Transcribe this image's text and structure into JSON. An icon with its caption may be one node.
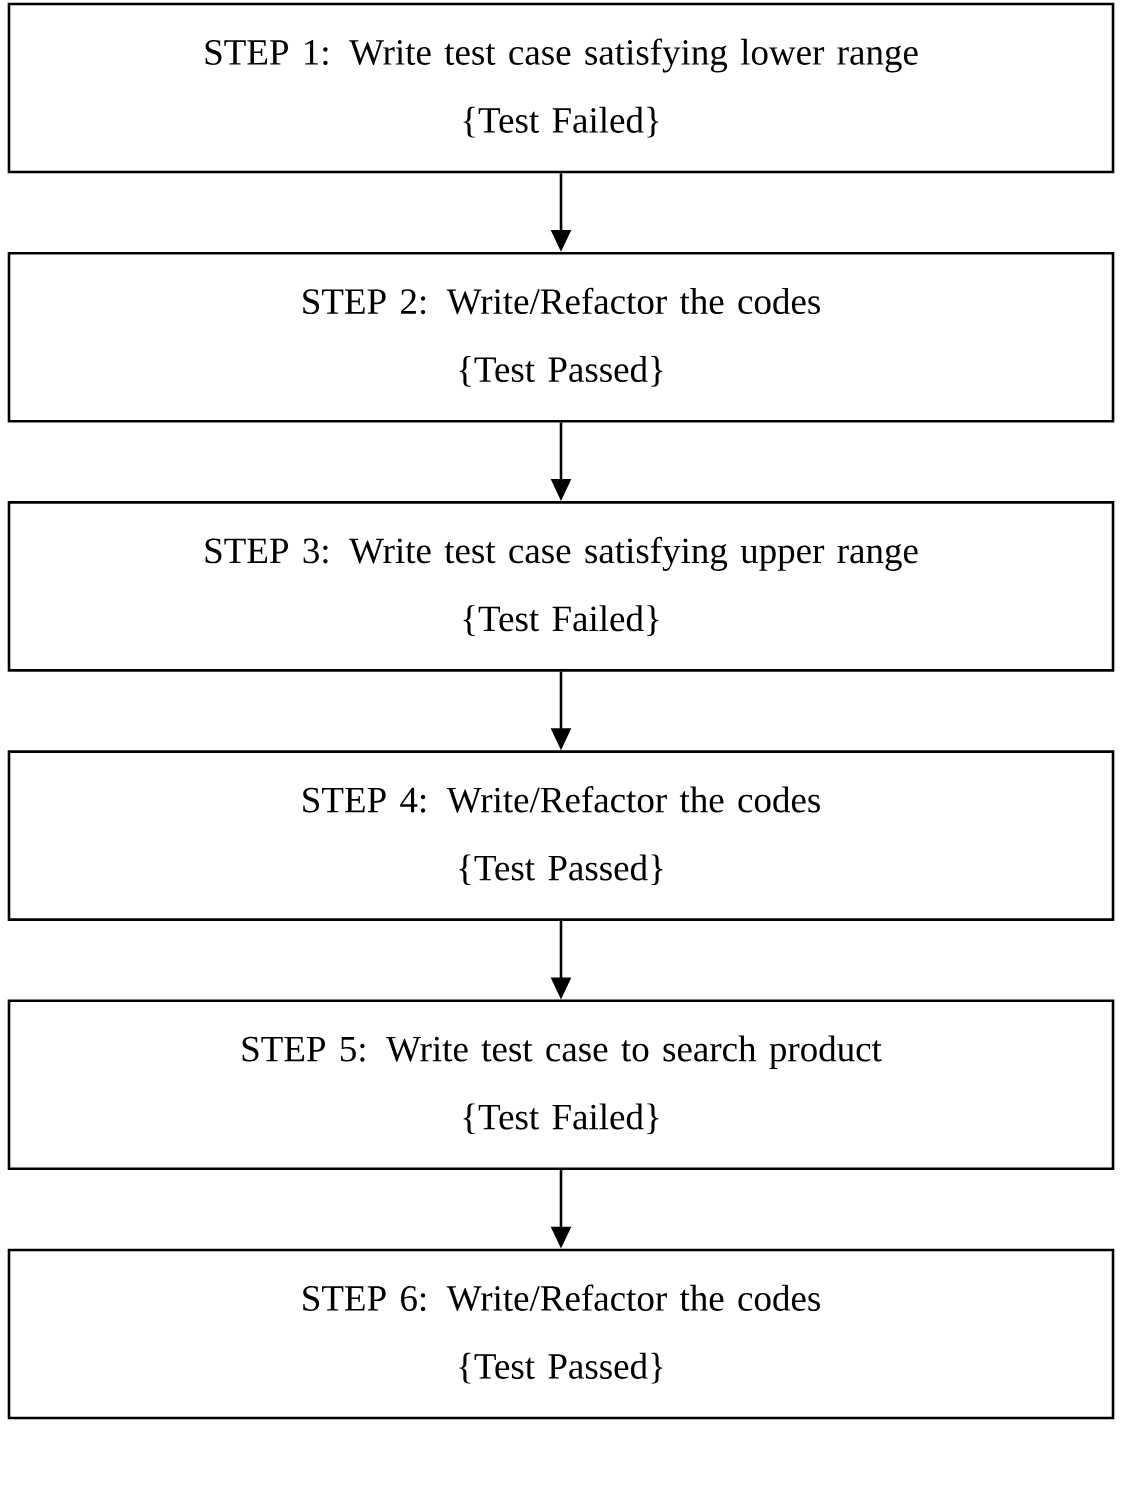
{
  "diagram": {
    "nodes": [
      {
        "text": [
          "STEP 1: Write test case satisfying lower range",
          "{Test Failed}"
        ]
      },
      {
        "text": [
          "STEP 2: Write/Refactor the codes",
          "{Test Passed}"
        ]
      },
      {
        "text": [
          "STEP 3: Write test case satisfying upper range",
          "{Test Failed}"
        ]
      },
      {
        "text": [
          "STEP 4: Write/Refactor the codes",
          "{Test Passed}"
        ]
      },
      {
        "text": [
          "STEP 5: Write test case to search product",
          "{Test Failed}"
        ]
      },
      {
        "text": [
          "STEP 6: Write/Refactor the codes",
          "{Test Passed}"
        ]
      }
    ],
    "edges": [
      {
        "from": 0,
        "to": 1,
        "arrow": "to"
      },
      {
        "from": 1,
        "to": 2,
        "arrow": "to"
      },
      {
        "from": 2,
        "to": 3,
        "arrow": "to"
      },
      {
        "from": 3,
        "to": 4,
        "arrow": "to"
      },
      {
        "from": 4,
        "to": 5,
        "arrow": "to"
      }
    ]
  }
}
